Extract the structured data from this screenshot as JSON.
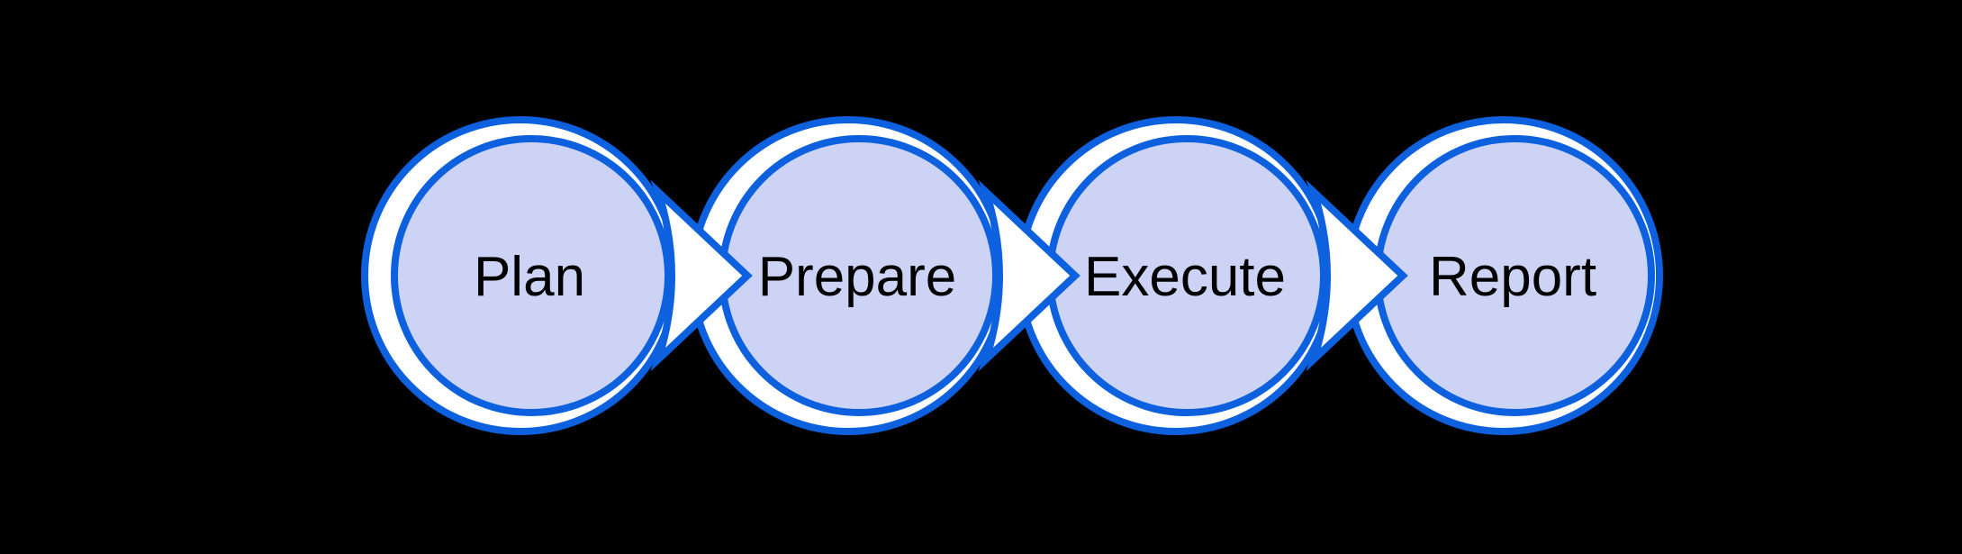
{
  "diagram": {
    "type": "process-flow",
    "background_color": "#000000",
    "node_fill": "#ffffff",
    "node_inner_fill": "#cdd3f4",
    "stroke_color": "#0d61de",
    "label_color": "#000000",
    "steps": [
      {
        "label": "Plan"
      },
      {
        "label": "Prepare"
      },
      {
        "label": "Execute"
      },
      {
        "label": "Report"
      }
    ]
  }
}
